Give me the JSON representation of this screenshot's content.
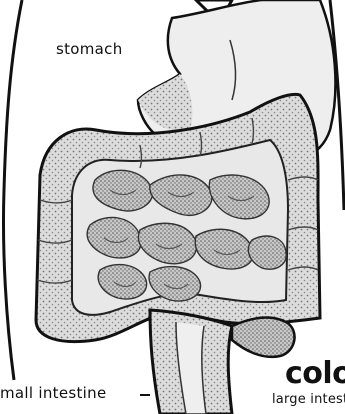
{
  "labels": {
    "stomach": "stomach",
    "small_intestine": "mall intestine",
    "colon": "colon",
    "large_intestine": "large intestine"
  },
  "colors": {
    "background": "#ffffff",
    "organ_fill": "#d9d9d9",
    "stipple": "#777777",
    "outline": "#111111"
  }
}
